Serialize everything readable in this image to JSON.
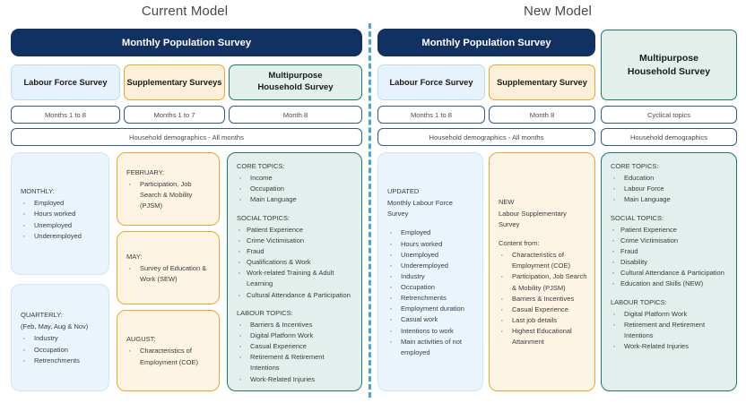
{
  "titles": {
    "current": "Current Model",
    "new": "New Model"
  },
  "current_model": {
    "banner": "Monthly Population Survey",
    "columns": [
      {
        "header": "Labour Force Survey",
        "period": "Months 1 to 8"
      },
      {
        "header": "Supplementary Surveys",
        "period": "Months 1 to 7"
      },
      {
        "header": "Multipurpose\nHousehold Survey",
        "period": "Month 8"
      }
    ],
    "demographics_row": "Household demographics - All months",
    "lfs_boxes": [
      {
        "heading": "MONTHLY:",
        "subheading": "",
        "items": [
          "Employed",
          "Hours worked",
          "Unemployed",
          "Underemployed"
        ]
      },
      {
        "heading": "QUARTERLY:",
        "subheading": "(Feb, May, Aug & Nov)",
        "items": [
          "Industry",
          "Occupation",
          "Retrenchments"
        ]
      }
    ],
    "supp_boxes": [
      {
        "heading": "FEBRUARY:",
        "items": [
          "Participation, Job Search & Mobility (PJSM)"
        ]
      },
      {
        "heading": "MAY:",
        "items": [
          "Survey of Education & Work (SEW)"
        ]
      },
      {
        "heading": "AUGUST:",
        "items": [
          "Characteristics of Employment (COE)"
        ]
      }
    ],
    "mhs_sections": [
      {
        "heading": "CORE TOPICS:",
        "items": [
          "Income",
          "Occupation",
          "Main Language"
        ],
        "indent": "wide"
      },
      {
        "heading": "SOCIAL TOPICS:",
        "items": [
          "Patient Experience",
          "Crime Victimisation",
          "Fraud",
          "Qualifications & Work",
          "Work-related Training & Adult Learning",
          "Cultural Attendance & Participation"
        ],
        "indent": "tight"
      },
      {
        "heading": "LABOUR TOPICS:",
        "items": [
          "Barriers & Incentives",
          "Digital Platform Work",
          "Casual Experience",
          "Retirement & Retirement Intentions",
          "Work-Related Injuries"
        ],
        "indent": "wide"
      }
    ]
  },
  "new_model": {
    "banner": "Monthly Population Survey",
    "columns": [
      {
        "header": "Labour Force Survey",
        "period": "Months 1 to 8"
      },
      {
        "header": "Supplementary Survey",
        "period": "Month 8"
      }
    ],
    "mhs_header": "Multipurpose\nHousehold Survey",
    "mhs_period": "Cyclical topics",
    "demographics_row": "Household demographics - All months",
    "mhs_demographics_row": "Household demographics",
    "lfs_box": {
      "tag": "UPDATED",
      "title": "Monthly Labour Force Survey",
      "items": [
        "Employed",
        "Hours worked",
        "Unemployed",
        "Underemployed",
        "Industry",
        "Occupation",
        "Retrenchments",
        "Employment duration",
        "Casual work",
        "Intentions to work",
        "Main activities of not employed"
      ]
    },
    "supp_box": {
      "tag": "NEW",
      "title": "Labour Supplementary Survey",
      "subheading": "Content from:",
      "items": [
        "Characteristics of Employment (COE)",
        "Participation, Job Search & Mobility (PJSM)",
        "Barriers & Incentives",
        "Casual Experience",
        "Last job details",
        "Highest Educational Attainment"
      ]
    },
    "mhs_sections": [
      {
        "heading": "CORE TOPICS:",
        "items": [
          "Education",
          "Labour Force",
          "Main Language"
        ],
        "indent": "wide"
      },
      {
        "heading": "SOCIAL TOPICS:",
        "items": [
          "Patient Experience",
          "Crime Victimisation",
          "Fraud",
          "Disability",
          "Cultural Attendance & Participation",
          "Education and Skills (NEW)"
        ],
        "indent": "tight"
      },
      {
        "heading": "LABOUR TOPICS:",
        "items": [
          "Digital Platform Work",
          "Retirement and Retirement Intentions",
          "Work-Related Injuries"
        ],
        "indent": "wide"
      }
    ]
  },
  "colors": {
    "navy": "#123163",
    "blue_fill": "#e9f4fc",
    "blue_border": "#cfe6f6",
    "orange": "#eea529",
    "orange_fill": "#fdf4e4",
    "green": "#1b7a6c",
    "green_fill": "#e3efec",
    "row_border": "#2f5c91",
    "divider": "#43a6dd"
  }
}
